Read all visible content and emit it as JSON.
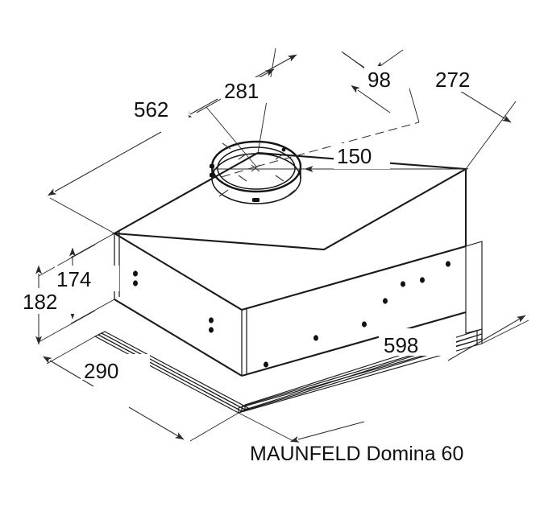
{
  "drawing": {
    "title": "MAUNFELD Domina 60",
    "units": "mm",
    "view": "isometric",
    "background_color": "#ffffff",
    "line_color": "#1a1a1a",
    "text_color": "#111111"
  },
  "dimensions": {
    "overall_width_top": "562",
    "duct_offset_from_left": "281",
    "duct_gap": "98",
    "right_section": "272",
    "duct_diameter": "150",
    "body_height": "174",
    "total_height": "182",
    "body_depth": "290",
    "flange_width": "598"
  },
  "labels": [
    {
      "id": "dim-562",
      "value": "562",
      "axis": "top-left-edge"
    },
    {
      "id": "dim-281",
      "value": "281",
      "axis": "top-left-edge"
    },
    {
      "id": "dim-98",
      "value": "98",
      "axis": "top-right-edge"
    },
    {
      "id": "dim-272",
      "value": "272",
      "axis": "top-right-edge"
    },
    {
      "id": "dim-150",
      "value": "150",
      "axis": "duct-diameter"
    },
    {
      "id": "dim-174",
      "value": "174",
      "axis": "vertical"
    },
    {
      "id": "dim-182",
      "value": "182",
      "axis": "vertical"
    },
    {
      "id": "dim-290",
      "value": "290",
      "axis": "depth"
    },
    {
      "id": "dim-598",
      "value": "598",
      "axis": "flange-width"
    }
  ],
  "components": {
    "body": "cooker-hood-body",
    "duct_collar": "circular-duct-outlet",
    "flange": "mounting-flange"
  }
}
